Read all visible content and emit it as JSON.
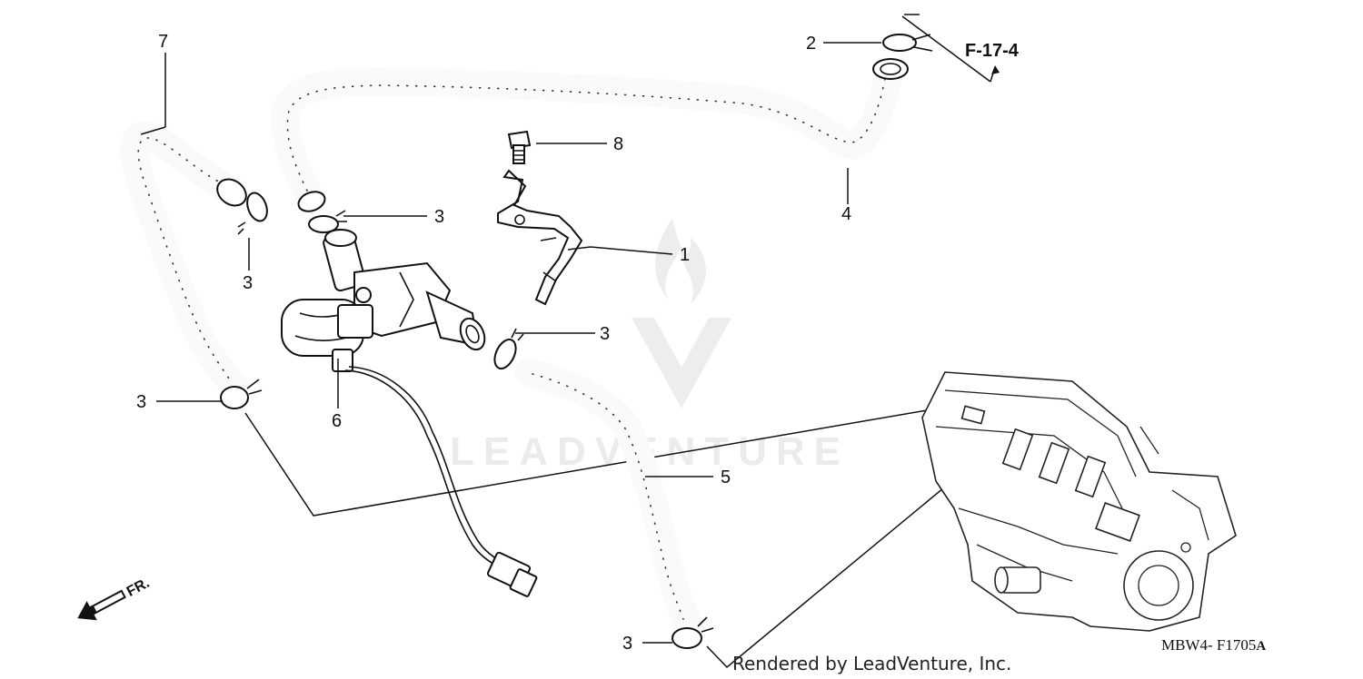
{
  "diagram": {
    "callouts": [
      {
        "id": "c1",
        "label": "1"
      },
      {
        "id": "c2",
        "label": "2"
      },
      {
        "id": "c3a",
        "label": "3"
      },
      {
        "id": "c3b",
        "label": "3"
      },
      {
        "id": "c3c",
        "label": "3"
      },
      {
        "id": "c3d",
        "label": "3"
      },
      {
        "id": "c3e",
        "label": "3"
      },
      {
        "id": "c4",
        "label": "4"
      },
      {
        "id": "c5",
        "label": "5"
      },
      {
        "id": "c6",
        "label": "6"
      },
      {
        "id": "c7",
        "label": "7"
      },
      {
        "id": "c8",
        "label": "8"
      }
    ],
    "reference": "F-17-4",
    "front_marker": "FR.",
    "diagram_code": "MBW4- F1705",
    "diagram_code_suffix": "A",
    "credit": "Rendered by LeadVenture, Inc.",
    "watermark": "LEADVENTURE"
  }
}
